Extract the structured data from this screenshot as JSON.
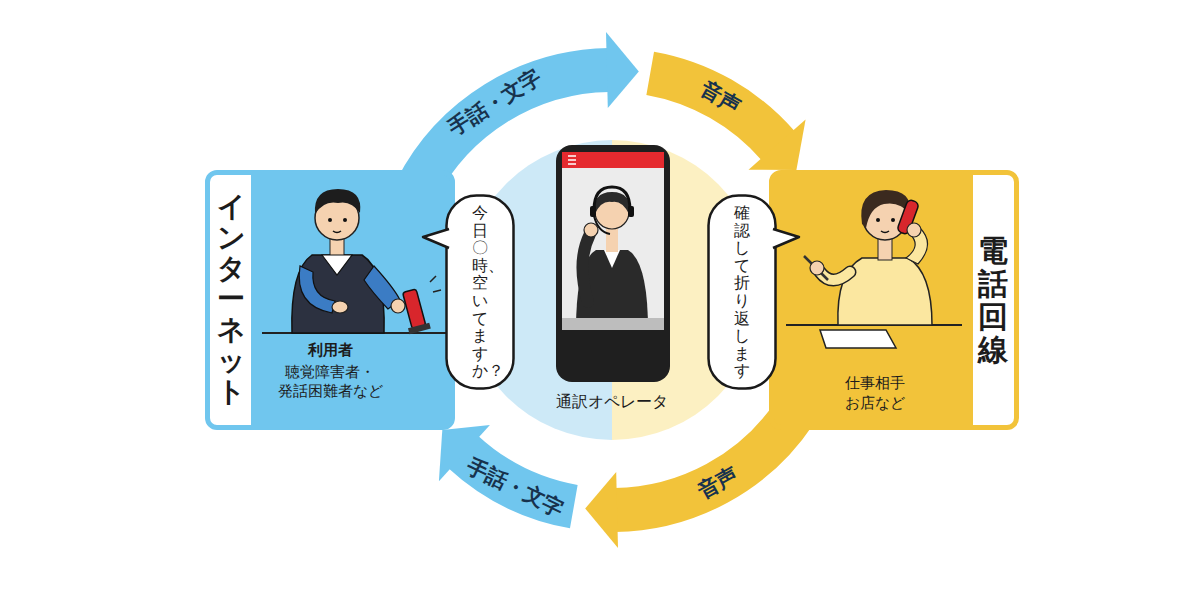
{
  "diagram": {
    "nodes": [
      {
        "text": [
          "インターネット",
          "利用者",
          "聴覚障害者・ 発話困難者など"
        ]
      },
      {
        "text": [
          "今日〇時、空いてますか？"
        ]
      },
      {
        "text": [
          "通訳オペレータ"
        ]
      },
      {
        "text": [
          "確認して折り返します"
        ]
      },
      {
        "text": [
          "電話回線",
          "仕事相手 お店など"
        ]
      }
    ],
    "edges": [
      {
        "from": 0,
        "to": 2,
        "label": "手話・文字",
        "arrow": "to"
      },
      {
        "from": 2,
        "to": 4,
        "label": "音声",
        "arrow": "to"
      },
      {
        "from": 4,
        "to": 2,
        "label": "音声",
        "arrow": "to"
      },
      {
        "from": 2,
        "to": 0,
        "label": "手話・文字",
        "arrow": "to"
      }
    ]
  }
}
